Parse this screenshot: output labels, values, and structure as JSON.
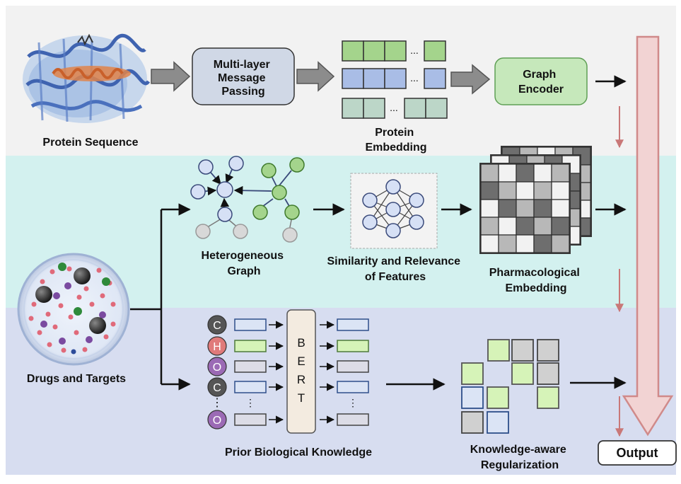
{
  "colors": {
    "band_top": "#f2f2f2",
    "band_mid": "#d3f1ef",
    "band_bottom": "#d7ddf0",
    "green_cell": "#a4d48c",
    "blue_cell": "#a9bde6",
    "teal_cell": "#bcd6c8",
    "output_arrow": "#f2d3d3",
    "output_arrow_edge": "#d08a8a",
    "small_red_arrow": "#c97878"
  },
  "labels": {
    "protein_sequence": "Protein Sequence",
    "message_passing": [
      "Multi-layer",
      "Message",
      "Passing"
    ],
    "protein_embedding": [
      "Protein",
      "Embedding"
    ],
    "graph_encoder": [
      "Graph",
      "Encoder"
    ],
    "heterogeneous_graph": [
      "Heterogeneous",
      "Graph"
    ],
    "similarity": [
      "Similarity and Relevance",
      "of Features"
    ],
    "pharmacological": [
      "Pharmacological",
      "Embedding"
    ],
    "drugs_targets": "Drugs and Targets",
    "prior_knowledge": "Prior Biological Knowledge",
    "knowledge_reg": [
      "Knowledge-aware",
      "Regularization"
    ],
    "output": "Output",
    "ellipsis": "...",
    "vdots": "⋮"
  },
  "atoms": [
    "C",
    "H",
    "O",
    "C",
    "⋮",
    "O"
  ],
  "bert_letters": [
    "B",
    "E",
    "R",
    "T"
  ],
  "icons": [
    "protein-structure-icon",
    "neural-network-icon",
    "petri-dish-icon",
    "matrix-stack-icon"
  ]
}
